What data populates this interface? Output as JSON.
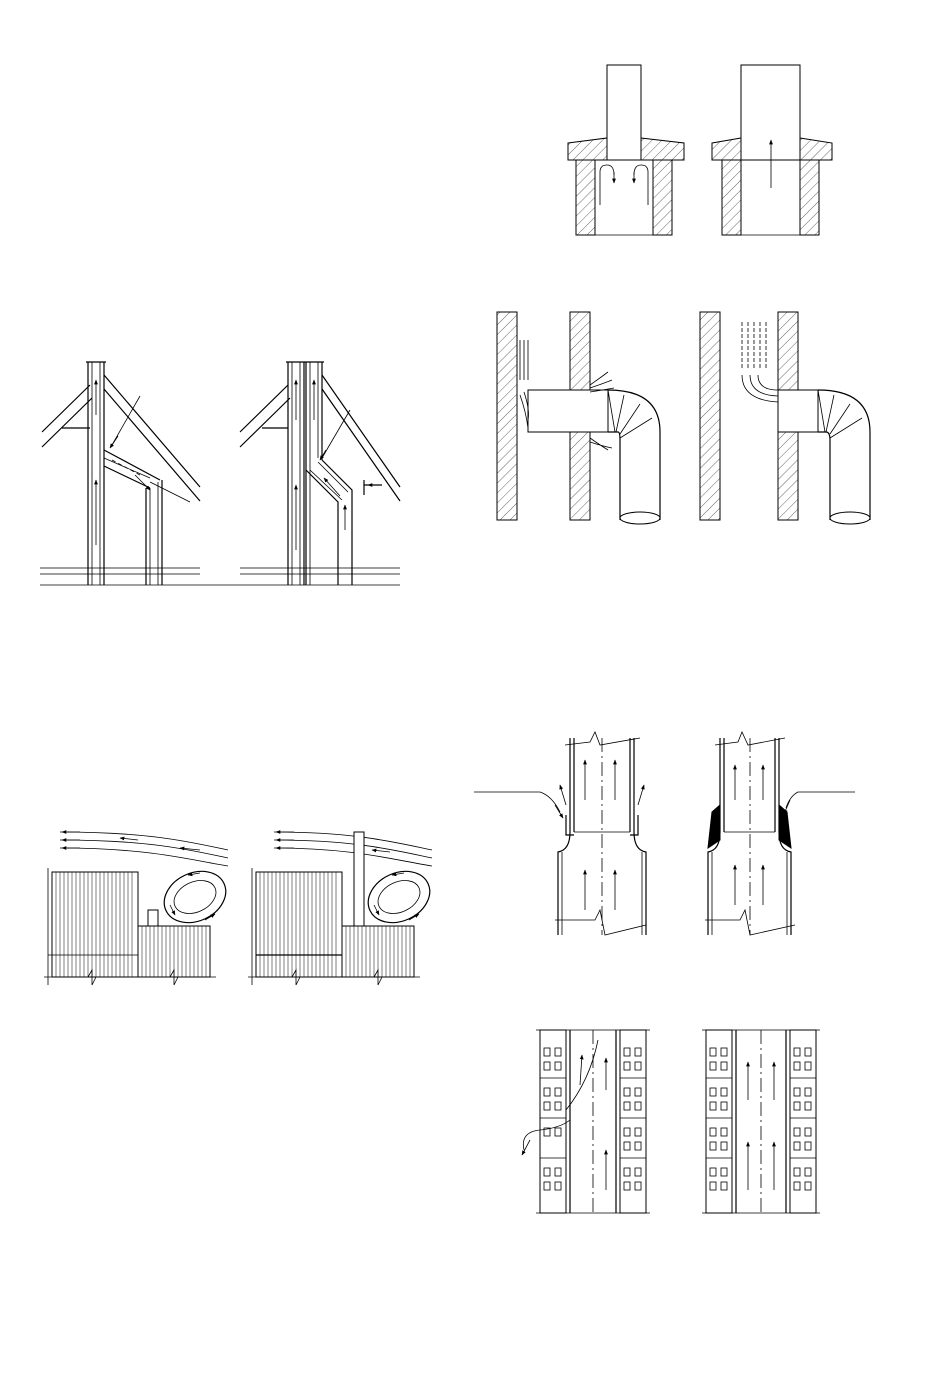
{
  "page": {
    "background": "#ffffff",
    "ink": "#000000"
  },
  "figures": [
    {
      "id": "roof-chimney-offset-flue",
      "labels": []
    },
    {
      "id": "chimney-cap-downdraft",
      "labels": []
    },
    {
      "id": "wall-flue-connector",
      "labels": []
    },
    {
      "id": "wind-eddy-adjacent-building",
      "labels": []
    },
    {
      "id": "flue-joint-collar",
      "labels": []
    },
    {
      "id": "masonry-block-flue-leak",
      "labels": []
    }
  ]
}
